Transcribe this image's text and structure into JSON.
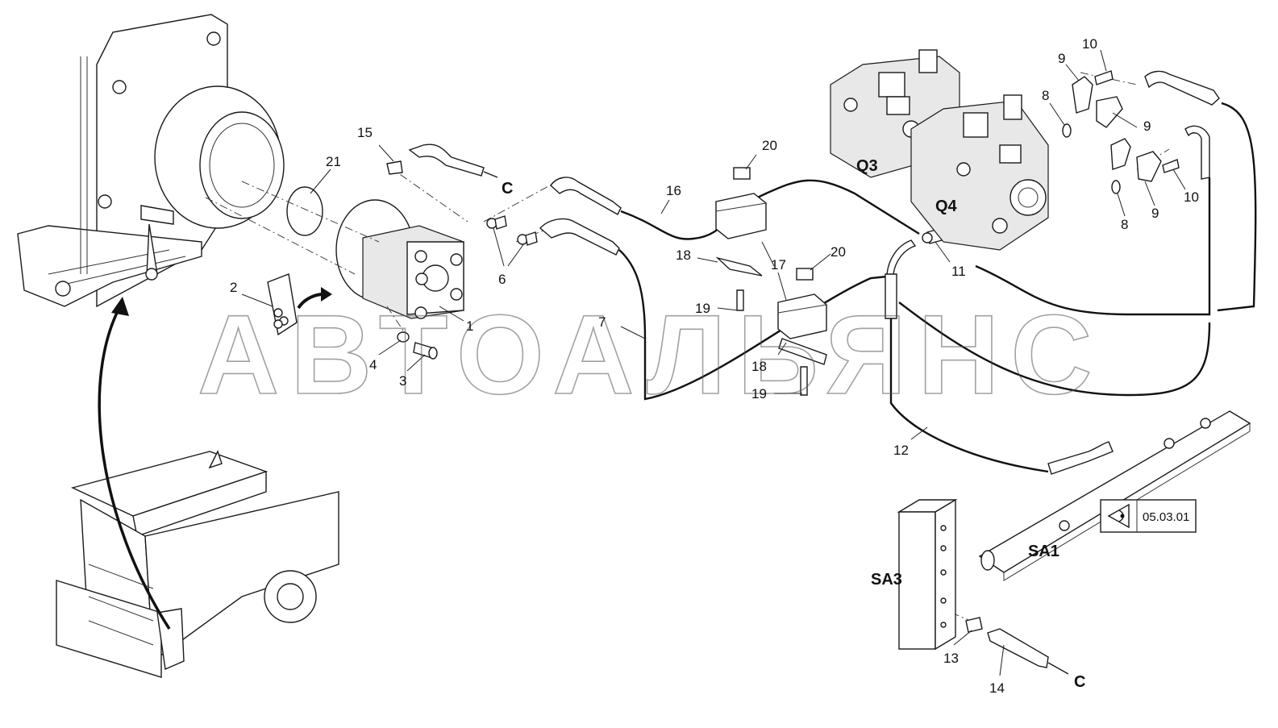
{
  "watermark": "АВТОАЛЬЯНС",
  "reference": {
    "label": "05.03.01",
    "icon": "eye-icon"
  },
  "assemblies": {
    "q3": "Q3",
    "q4": "Q4",
    "sa1": "SA1",
    "sa3": "SA3"
  },
  "connectors": {
    "c_top": "C",
    "c_bottom": "C"
  },
  "callouts": {
    "n1": "1",
    "n2": "2",
    "n3": "3",
    "n4": "4",
    "n6": "6",
    "n7": "7",
    "n8a": "8",
    "n8b": "8",
    "n9a": "9",
    "n9b": "9",
    "n9c": "9",
    "n10a": "10",
    "n10b": "10",
    "n11": "11",
    "n12": "12",
    "n13": "13",
    "n14": "14",
    "n15": "15",
    "n16": "16",
    "n17": "17",
    "n18a": "18",
    "n18b": "18",
    "n19a": "19",
    "n19b": "19",
    "n20a": "20",
    "n20b": "20",
    "n21": "21"
  }
}
